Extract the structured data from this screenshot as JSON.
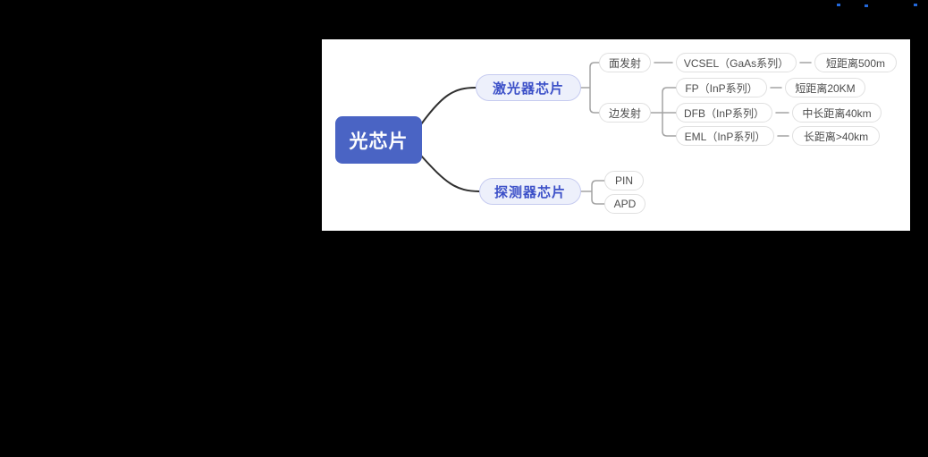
{
  "colors": {
    "page_bg": "#000000",
    "canvas_bg": "#ffffff",
    "root_bg": "#4a64c4",
    "root_text": "#ffffff",
    "branch_bg": "#edf0fb",
    "branch_border": "#c6cbf0",
    "branch_text": "#3c50c8",
    "leaf_bg": "#ffffff",
    "leaf_border": "#e0e0e0",
    "leaf_text": "#4d4d4d",
    "link_dark": "#2f2f2f",
    "link_gray": "#a3a3a3",
    "speck_blue": "#2368d9"
  },
  "mindmap": {
    "root": {
      "label": "光芯片"
    },
    "branches": [
      {
        "label": "激光器芯片",
        "children": [
          {
            "label": "面发射",
            "children": [
              {
                "label": "VCSEL（GaAs系列）",
                "children": [
                  {
                    "label": "短距离500m"
                  }
                ]
              }
            ]
          },
          {
            "label": "边发射",
            "children": [
              {
                "label": "FP（InP系列）",
                "children": [
                  {
                    "label": "短距离20KM"
                  }
                ]
              },
              {
                "label": "DFB（InP系列）",
                "children": [
                  {
                    "label": "中长距离40km"
                  }
                ]
              },
              {
                "label": "EML（InP系列）",
                "children": [
                  {
                    "label": "长距离>40km"
                  }
                ]
              }
            ]
          }
        ]
      },
      {
        "label": "探测器芯片",
        "children": [
          {
            "label": "PIN"
          },
          {
            "label": "APD"
          }
        ]
      }
    ]
  }
}
